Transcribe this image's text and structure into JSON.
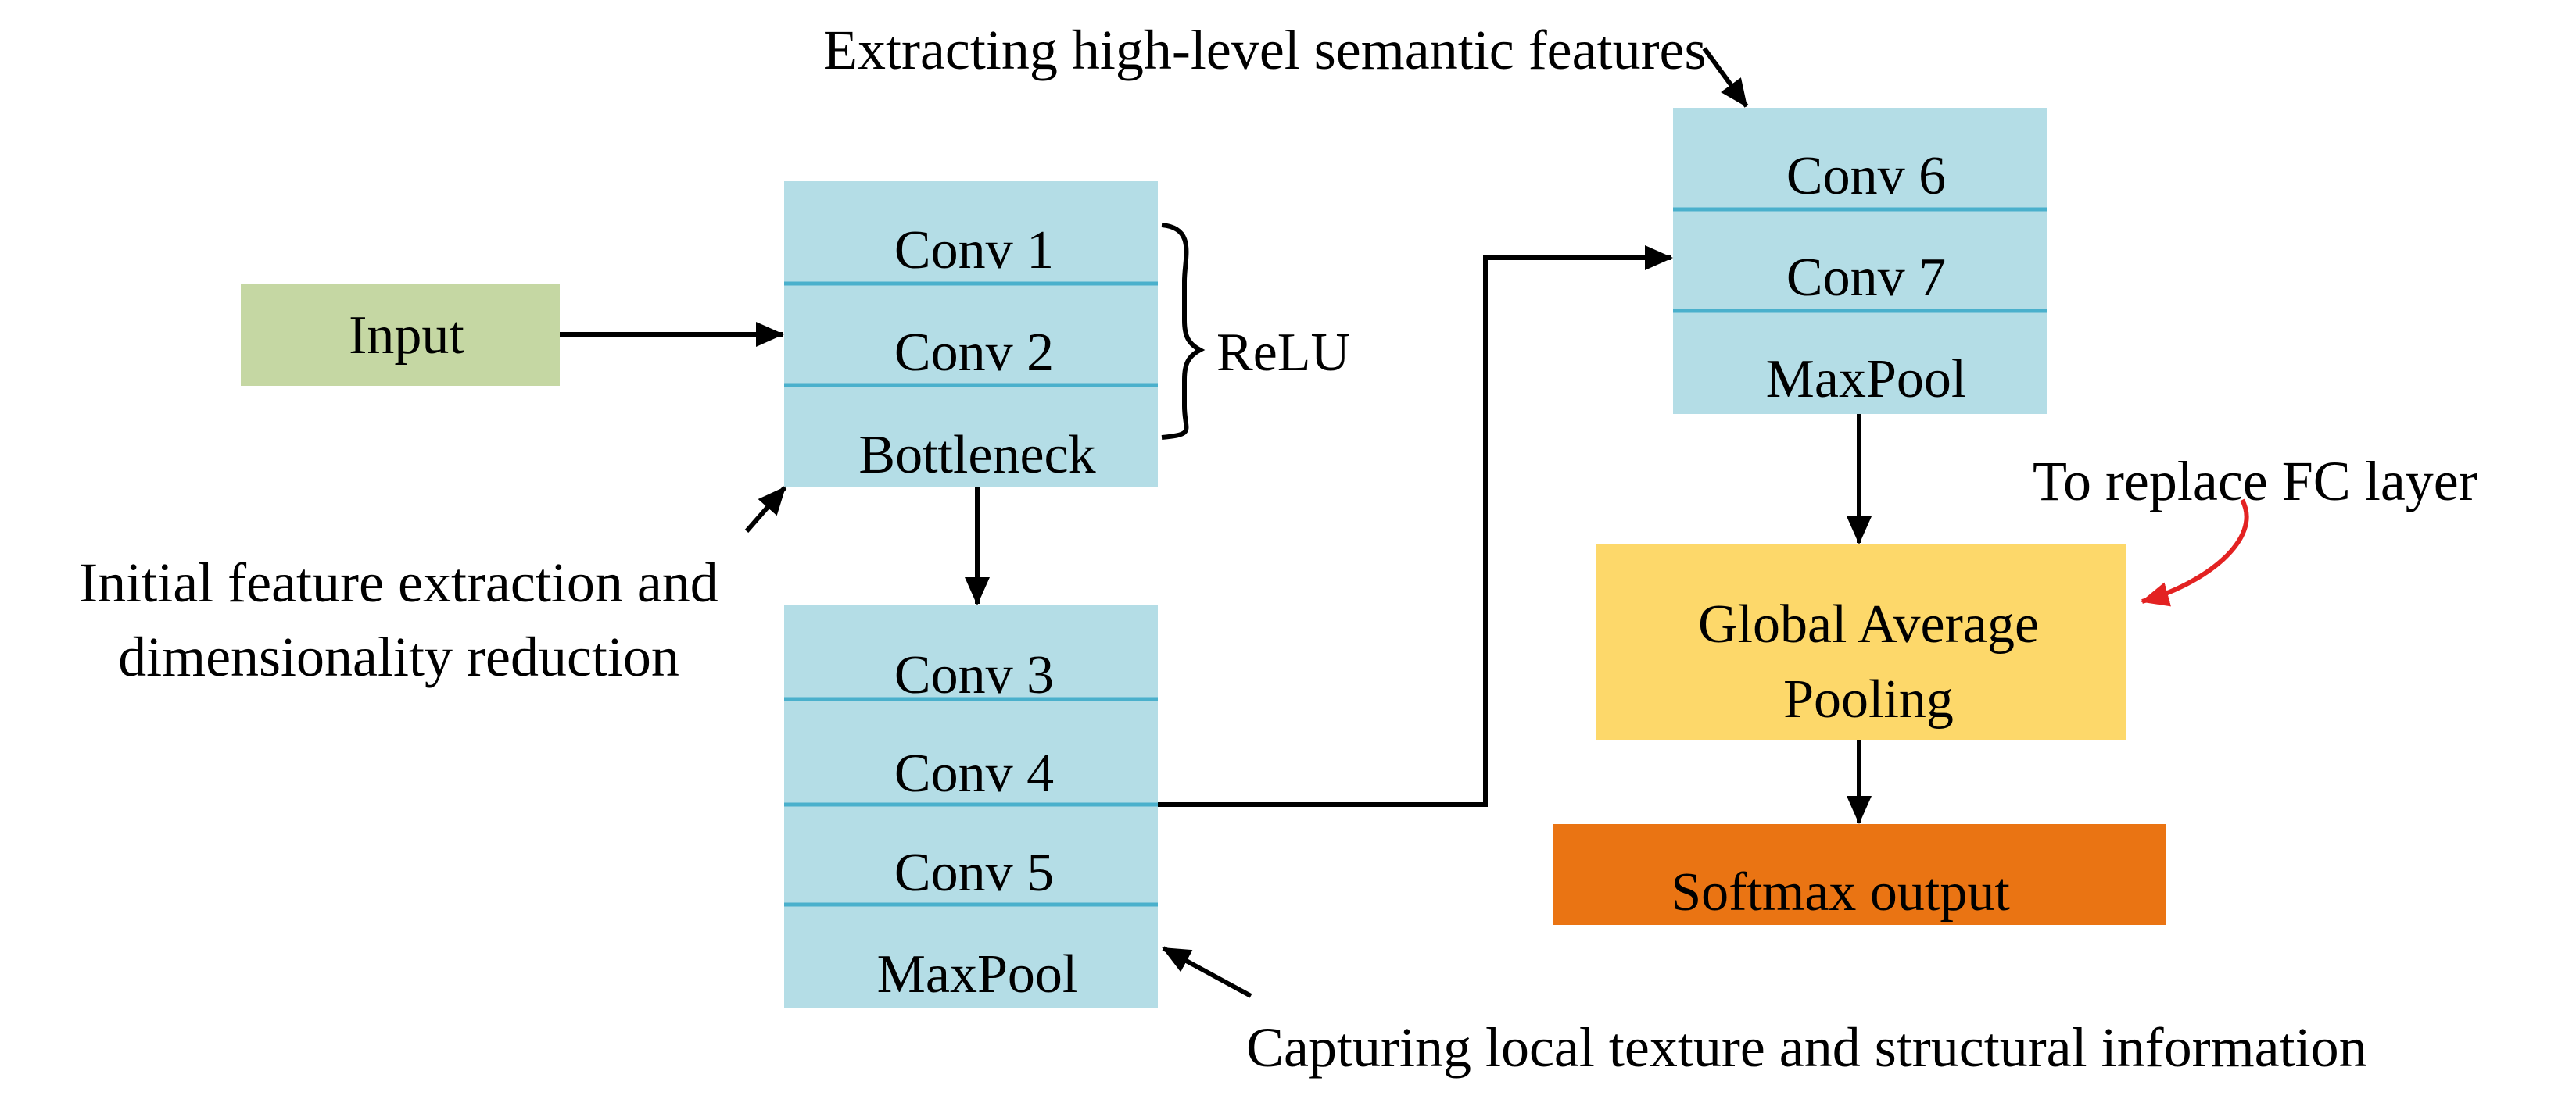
{
  "colors": {
    "conv_block": "#b4dde6",
    "divider": "#4ab0cc",
    "input_block": "#c5d7a3",
    "gap_block": "#fdd86a",
    "softmax_block": "#ea7413",
    "arrow": "#000000",
    "red_arrow": "#e32222"
  },
  "blocks": {
    "input": {
      "label": "Input"
    },
    "stage1": {
      "layers": [
        "Conv 1",
        "Conv 2",
        "Bottleneck"
      ]
    },
    "stage2": {
      "layers": [
        "Conv 3",
        "Conv 4",
        "Conv 5",
        "MaxPool"
      ]
    },
    "stage3": {
      "layers": [
        "Conv 6",
        "Conv 7",
        "MaxPool"
      ]
    },
    "gap": {
      "line1": "Global Average",
      "line2": "Pooling"
    },
    "softmax": {
      "label": "Softmax output"
    }
  },
  "annotations": {
    "relu": "ReLU",
    "high_level": "Extracting high-level semantic features",
    "initial_line1": "Initial feature extraction and",
    "initial_line2": "dimensionality reduction",
    "local_texture": "Capturing local texture and structural information",
    "replace_fc": "To replace FC layer"
  }
}
